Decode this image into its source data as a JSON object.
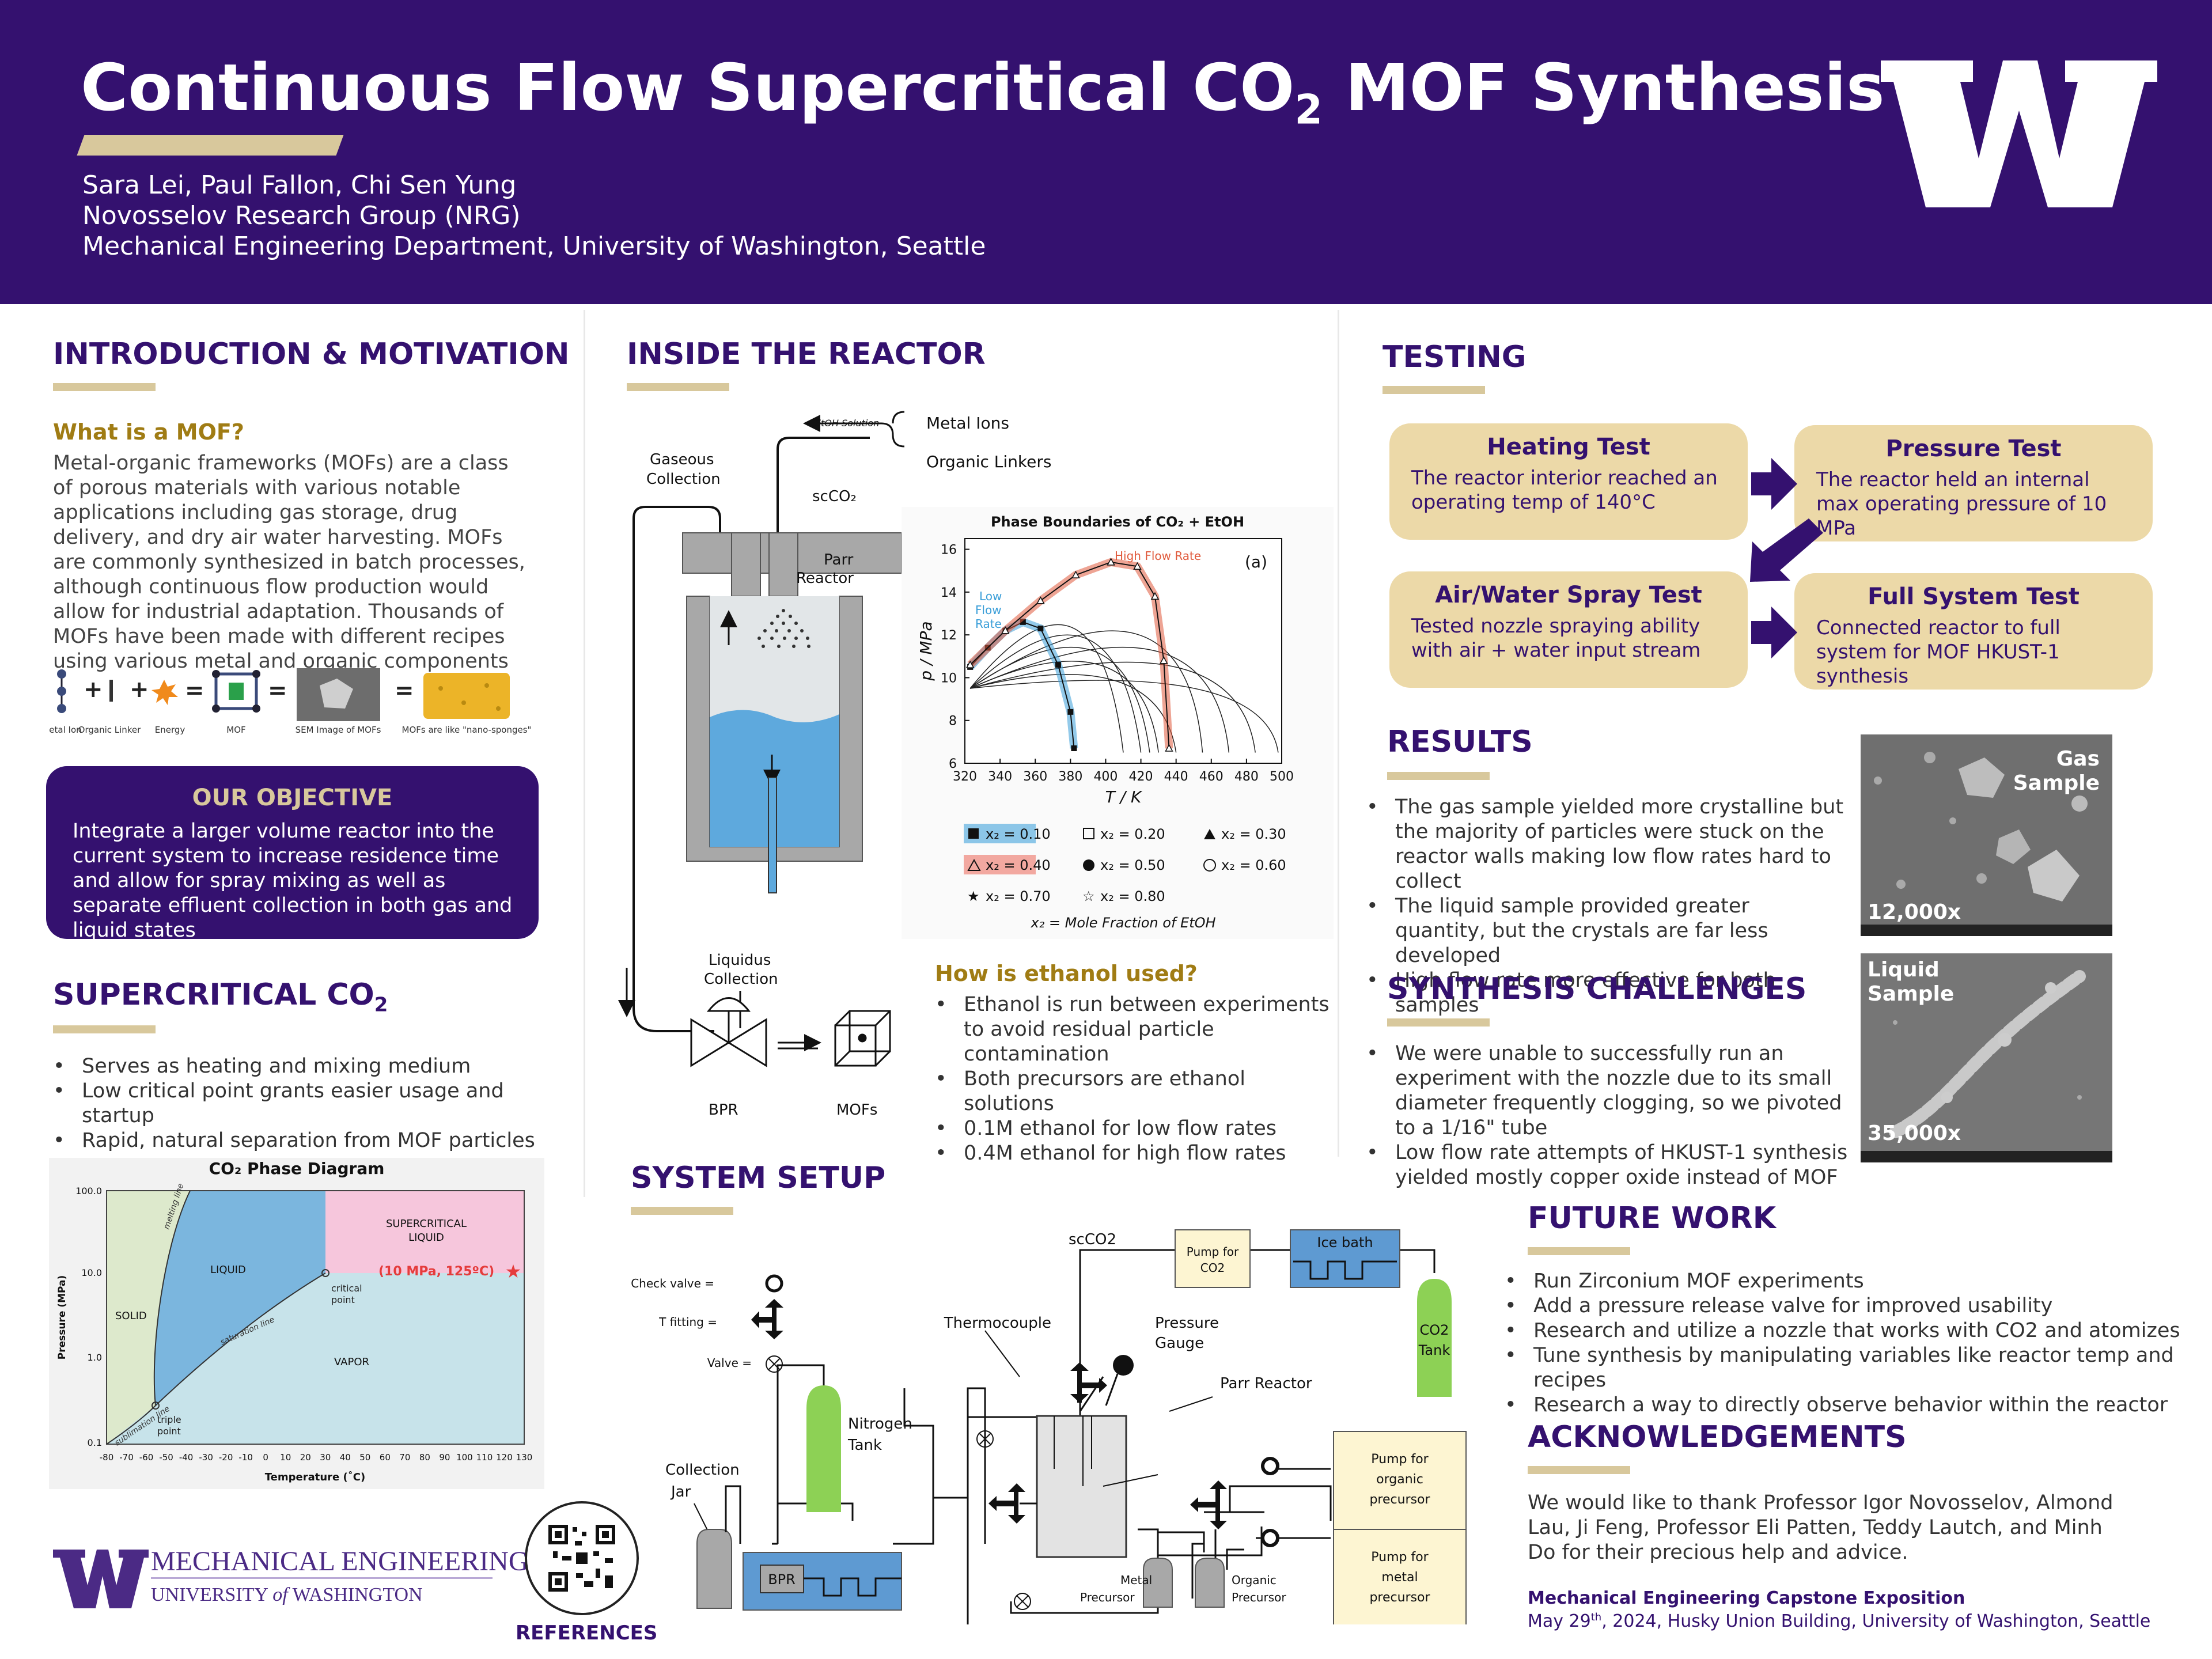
{
  "header": {
    "title_pre": "Continuous Flow Supercritical CO",
    "title_sub": "2",
    "title_post": " MOF Synthesis",
    "authors": "Sara Lei, Paul Fallon, Chi Sen Yung",
    "group": "Novosselov Research Group (NRG)",
    "department": "Mechanical Engineering Department, University of Washington, Seattle"
  },
  "intro": {
    "title": "INTRODUCTION & MOTIVATION",
    "subtitle": "What is a MOF?",
    "text": "Metal-organic frameworks (MOFs) are a class of porous materials with various notable applications including gas storage, drug delivery, and dry air water harvesting. MOFs are commonly synthesized in batch processes, although continuous flow production would allow for industrial adaptation. Thousands of MOFs have been made with different recipes using various metal and organic components",
    "icons": {
      "metal": "Metal Ion",
      "organic": "Organic Linker",
      "energy": "Energy",
      "mof": "MOF",
      "sem": "SEM Image of MOFs",
      "sponge": "MOFs are like \"nano-sponges\""
    }
  },
  "objective": {
    "title": "OUR OBJECTIVE",
    "text": "Integrate a larger volume reactor into the current system to increase residence time and allow for spray mixing as well as separate effluent collection in both gas and liquid states"
  },
  "sco2": {
    "title_pre": "SUPERCRITICAL CO",
    "title_sub": "2",
    "bullets": [
      "Serves as heating and mixing medium",
      "Low critical point grants easier usage and startup",
      "Rapid, natural separation from MOF particles"
    ],
    "diagram": {
      "title": "CO₂ Phase Diagram",
      "ylabel": "Pressure (MPa)",
      "xlabel": "Temperature (˚C)",
      "yticks": [
        "100.0",
        "10.0",
        "1.0",
        "0.1"
      ],
      "xticks": [
        "-80",
        "-70",
        "-60",
        "-50",
        "-40",
        "-30",
        "-20",
        "-10",
        "0",
        "10",
        "20",
        "30",
        "40",
        "50",
        "60",
        "70",
        "80",
        "90",
        "100",
        "110",
        "120",
        "130"
      ],
      "regions": {
        "solid": "SOLID",
        "liquid": "LIQUID",
        "vapor": "VAPOR",
        "sc1": "SUPERCRITICAL",
        "sc2": "LIQUID"
      },
      "point": "(10 MPa, 125ºC)",
      "lines": {
        "melting": "melting line",
        "saturation": "saturation line",
        "sublimation": "sublimation line"
      },
      "critical": [
        "critical",
        "point"
      ],
      "triple": [
        "triple",
        "point"
      ]
    }
  },
  "reactor": {
    "title": "INSIDE THE REACTOR",
    "labels": {
      "etoh": "EtOH Solution",
      "metal": "Metal Ions",
      "organic": "Organic Linkers",
      "gas1": "Gaseous",
      "gas2": "Collection",
      "sco2": "scCO₂",
      "parr1": "Parr",
      "parr2": "Reactor",
      "liq1": "Liquidus",
      "liq2": "Collection",
      "bpr": "BPR",
      "mofs": "MOFs"
    },
    "ethanol": {
      "title": "How is ethanol used?",
      "bullets": [
        "Ethanol is run between experiments to avoid residual particle contamination",
        "Both precursors are ethanol solutions",
        "0.1M ethanol for low flow rates",
        "0.4M ethanol for high flow rates"
      ]
    }
  },
  "chart_data": {
    "type": "line",
    "title": "Phase Boundaries of CO₂ + EtOH",
    "panel": "(a)",
    "xlabel": "T / K",
    "ylabel": "p / MPa",
    "xlim": [
      320,
      500
    ],
    "ylim": [
      6,
      16.5
    ],
    "xticks": [
      "320",
      "340",
      "360",
      "380",
      "400",
      "420",
      "440",
      "460",
      "480",
      "500"
    ],
    "yticks": [
      "6",
      "8",
      "10",
      "12",
      "14",
      "16"
    ],
    "annotations": {
      "high": "High Flow Rate",
      "low1": "Low",
      "low2": "Flow",
      "low3": "Rate"
    },
    "series": [
      {
        "name": "x₂ = 0.10",
        "x": [
          323,
          333,
          343,
          353,
          363,
          373,
          380,
          382
        ],
        "y": [
          10.5,
          11.4,
          12.2,
          12.6,
          12.3,
          10.6,
          8.4,
          6.7
        ]
      },
      {
        "name": "x₂ = 0.40",
        "x": [
          323,
          343,
          363,
          383,
          403,
          418,
          428,
          433,
          436
        ],
        "y": [
          10.6,
          12.2,
          13.6,
          14.8,
          15.4,
          15.2,
          13.8,
          10.8,
          6.7
        ]
      }
    ],
    "legend": [
      "x₂ = 0.10",
      "x₂ = 0.20",
      "x₂ = 0.30",
      "x₂ = 0.40",
      "x₂ = 0.50",
      "x₂ = 0.60",
      "x₂ = 0.70",
      "x₂ = 0.80"
    ],
    "legend_note": "x₂ = Mole Fraction of EtOH"
  },
  "testing": {
    "title": "TESTING",
    "boxes": [
      {
        "title": "Heating Test",
        "desc": "The reactor interior reached an operating temp of 140°C"
      },
      {
        "title": "Pressure Test",
        "desc": "The reactor held an internal max operating pressure of 10 MPa"
      },
      {
        "title": "Air/Water Spray Test",
        "desc": "Tested nozzle spraying ability with air + water input stream"
      },
      {
        "title": "Full System Test",
        "desc": "Connected reactor to full system for MOF HKUST-1 synthesis"
      }
    ]
  },
  "results": {
    "title": "RESULTS",
    "bullets": [
      "The gas sample yielded more crystalline but the majority of particles were stuck on the reactor walls making low flow rates hard to collect",
      "The liquid sample provided greater quantity, but the crystals are far less developed",
      "High flow rate more effective for both samples"
    ],
    "gas1": "Gas",
    "gas2": "Sample",
    "gas_mag": "12,000x",
    "liq1": "Liquid",
    "liq2": "Sample",
    "liq_mag": "35,000x"
  },
  "challenges": {
    "title": "SYNTHESIS CHALLENGES",
    "bullets": [
      "We were unable to successfully run an experiment with the nozzle due to its small diameter frequently clogging, so we pivoted to a 1/16\" tube",
      "Low flow rate attempts of HKUST-1 synthesis yielded mostly copper oxide instead of MOF"
    ]
  },
  "setup": {
    "title": "SYSTEM SETUP",
    "labels": {
      "sco2": "scCO2",
      "pump_co2_1": "Pump for",
      "pump_co2_2": "CO2",
      "ice": "Ice bath",
      "co2_1": "CO2",
      "co2_2": "Tank",
      "check": "Check valve =",
      "tfit": "T fitting =",
      "valve": "Valve =",
      "thermo": "Thermocouple",
      "gauge1": "Pressure",
      "gauge2": "Gauge",
      "parr": "Parr Reactor",
      "coll1": "Collection",
      "coll2": "Jar",
      "n1": "Nitrogen",
      "n2": "Tank",
      "pump_org": [
        "Pump for",
        "organic",
        "precursor"
      ],
      "pump_met": [
        "Pump for",
        "metal",
        "precursor"
      ],
      "bpr": "BPR",
      "metal1": "Metal",
      "metal2": "Precursor",
      "org1": "Organic",
      "org2": "Precursor"
    }
  },
  "future": {
    "title": "FUTURE WORK",
    "bullets": [
      "Run Zirconium MOF experiments",
      "Add a pressure release valve for improved usability",
      "Research and utilize a nozzle that works with CO2 and atomizes",
      "Tune synthesis by manipulating variables like reactor temp and recipes",
      "Research a way to directly observe behavior within the reactor"
    ]
  },
  "ack": {
    "title": "ACKNOWLEDGEMENTS",
    "text": "We would like to thank Professor Igor Novosselov, Almond Lau, Ji Feng, Professor Eli Patten, Teddy Lautch, and Minh Do for their precious help and advice."
  },
  "footer": {
    "event": "Mechanical Engineering Capstone Exposition",
    "date_pre": "May 29",
    "date_sup": "th",
    "date_post": ", 2024, Husky Union Building, University of Washington, Seattle",
    "me1": "MECHANICAL ENGINEERING",
    "me2a": "UNIVERSITY",
    "me2b": "of",
    "me2c": "WASHINGTON",
    "refs": "REFERENCES"
  },
  "colors": {
    "purple": "#34116f",
    "gold": "#d8c89c",
    "tan": "#ecd9a8",
    "blue": "#5ea9dd",
    "pink": "#f4c6dc"
  }
}
